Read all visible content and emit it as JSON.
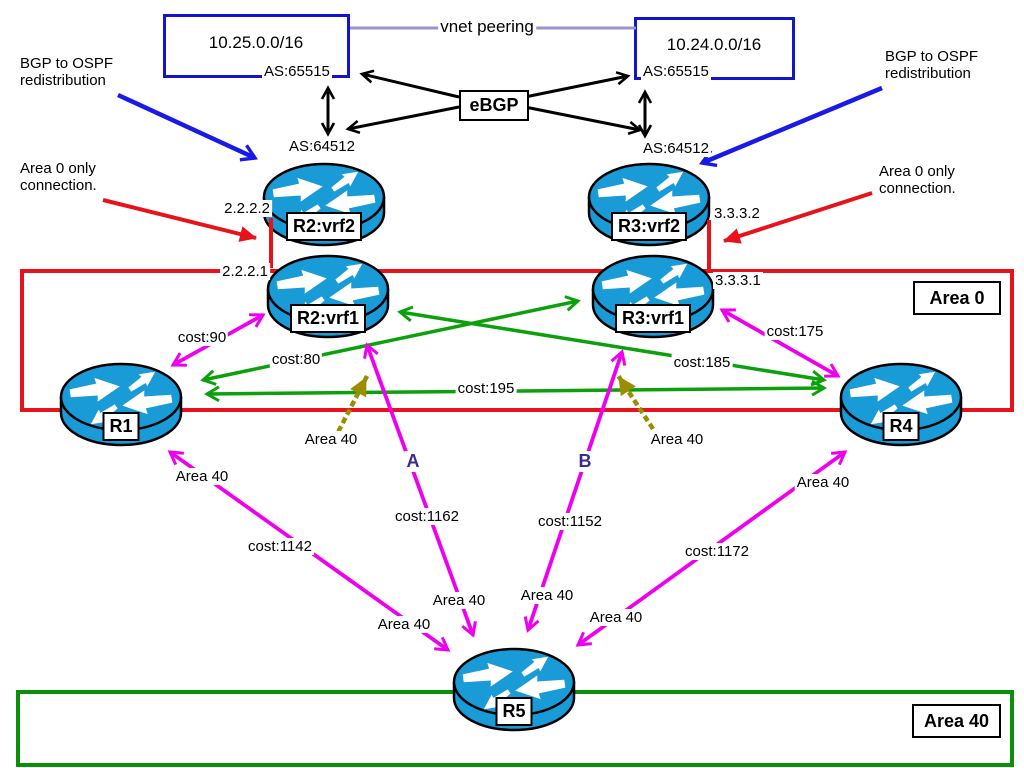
{
  "diagram_title": "BGP to OSPF redistribution topology with vnet peering",
  "colors": {
    "router_fill": "#199BD8",
    "cloud_border_blue": "#1414CC",
    "vnet_peering_line": "#9595D0",
    "ebgp_black": "#000000",
    "bgp_redistribution_arrow_blue": "#1A1AE6",
    "area0_red": "#E8121A",
    "area40_green_border": "#0A8F0A",
    "ospf_link_green": "#0CA00C",
    "ospf_link_magenta": "#EE00EE",
    "area40_dotted_olive": "#9A8E00",
    "path_letter_purple": "#3A2B8E"
  },
  "clouds": {
    "left": {
      "cidr": "10.25.0.0/16",
      "asn": "AS:65515"
    },
    "right": {
      "cidr": "10.24.0.0/16",
      "asn": "AS:65515"
    }
  },
  "vnet_peering_label": "vnet peering",
  "ebgp_label": "eBGP",
  "nva_as": {
    "left": "AS:64512",
    "right": "AS:64512"
  },
  "annotations": {
    "bgp_redistribution_left": "BGP to OSPF\nredistribution",
    "bgp_redistribution_right": "BGP to OSPF\nredistribution",
    "area0_only_left": "Area 0 only\nconnection.",
    "area0_only_right": "Area 0 only\nconnection."
  },
  "interfaces": {
    "r2_vrf2": "2.2.2.2",
    "r2_vrf1": "2.2.2.1",
    "r3_vrf2": "3.3.3.2",
    "r3_vrf1": "3.3.3.1"
  },
  "routers": {
    "r2_vrf2": "R2:vrf2",
    "r3_vrf2": "R3:vrf2",
    "r2_vrf1": "R2:vrf1",
    "r3_vrf1": "R3:vrf1",
    "r1": "R1",
    "r4": "R4",
    "r5": "R5"
  },
  "areas": {
    "area0_box": "Area 0",
    "area40_box": "Area 40"
  },
  "costs": {
    "r1_r2vrf1": "cost:90",
    "r1_r3vrf1": "cost:80",
    "r1_r4": "cost:195",
    "r2vrf1_r4": "cost:185",
    "r3vrf1_r4": "cost:175",
    "r1_r5": "cost:1142",
    "r2vrf1_r5": "cost:1162",
    "r3vrf1_r5": "cost:1152",
    "r4_r5": "cost:1172"
  },
  "path_letters": {
    "a": "A",
    "b": "B"
  },
  "area40_tags": {
    "r1_link": "Area 40",
    "r2vrf1_pointer": "Area 40",
    "r3vrf1_pointer": "Area 40",
    "r4_link": "Area 40",
    "r5_from_r1": "Area 40",
    "r5_from_r2vrf1": "Area 40",
    "r5_from_r3vrf1": "Area 40",
    "r5_from_r4": "Area 40"
  }
}
